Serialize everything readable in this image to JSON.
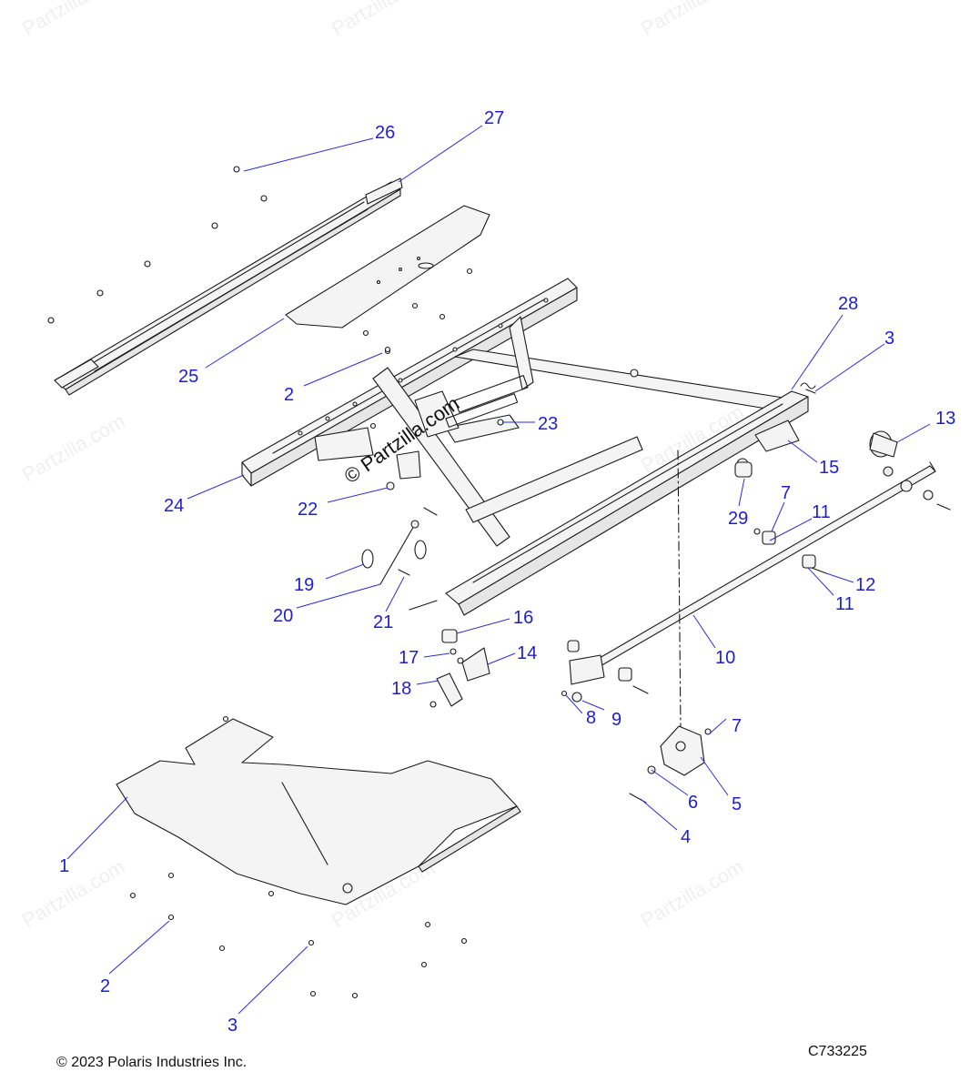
{
  "watermark": {
    "brand_text": "Partzilla.com",
    "center_text": "© Partzilla.com"
  },
  "callouts": [
    {
      "id": "c1",
      "label": "1"
    },
    {
      "id": "c2a",
      "label": "2"
    },
    {
      "id": "c2b",
      "label": "2"
    },
    {
      "id": "c3a",
      "label": "3"
    },
    {
      "id": "c3b",
      "label": "3"
    },
    {
      "id": "c4",
      "label": "4"
    },
    {
      "id": "c5",
      "label": "5"
    },
    {
      "id": "c6",
      "label": "6"
    },
    {
      "id": "c7a",
      "label": "7"
    },
    {
      "id": "c7b",
      "label": "7"
    },
    {
      "id": "c8",
      "label": "8"
    },
    {
      "id": "c9",
      "label": "9"
    },
    {
      "id": "c10",
      "label": "10"
    },
    {
      "id": "c11a",
      "label": "11"
    },
    {
      "id": "c11b",
      "label": "11"
    },
    {
      "id": "c12",
      "label": "12"
    },
    {
      "id": "c13",
      "label": "13"
    },
    {
      "id": "c14",
      "label": "14"
    },
    {
      "id": "c15",
      "label": "15"
    },
    {
      "id": "c16",
      "label": "16"
    },
    {
      "id": "c17",
      "label": "17"
    },
    {
      "id": "c18",
      "label": "18"
    },
    {
      "id": "c19",
      "label": "19"
    },
    {
      "id": "c20",
      "label": "20"
    },
    {
      "id": "c21",
      "label": "21"
    },
    {
      "id": "c22",
      "label": "22"
    },
    {
      "id": "c23",
      "label": "23"
    },
    {
      "id": "c24",
      "label": "24"
    },
    {
      "id": "c25",
      "label": "25"
    },
    {
      "id": "c26",
      "label": "26"
    },
    {
      "id": "c27",
      "label": "27"
    },
    {
      "id": "c28",
      "label": "28"
    },
    {
      "id": "c29",
      "label": "29"
    }
  ],
  "footer": {
    "copyright": "© 2023 Polaris Industries Inc.",
    "diagram_code": "C733225"
  },
  "colors": {
    "callout": "#1f1fcc",
    "line_art": "#1a1a1a",
    "background": "#ffffff"
  }
}
